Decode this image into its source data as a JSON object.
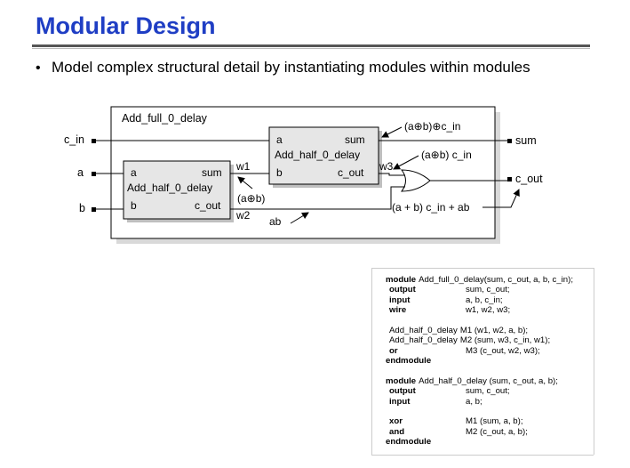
{
  "slide": {
    "title": "Modular Design",
    "bullet": "Model complex structural detail by instantiating modules within modules"
  },
  "diagram": {
    "outer_label": "Add_full_0_delay",
    "ports_in": [
      "c_in",
      "a",
      "b"
    ],
    "ports_out": [
      "sum",
      "c_out"
    ],
    "half_top": {
      "a": "a",
      "sum": "sum",
      "name": "Add_half_0_delay",
      "b": "b",
      "c_out": "c_out"
    },
    "half_bottom": {
      "a": "a",
      "sum": "sum",
      "name": "Add_half_0_delay",
      "b": "b",
      "c_out": "c_out"
    },
    "wires": {
      "w1": "w1",
      "w2": "w2",
      "w3": "w3"
    },
    "annotations": {
      "sum_expr": "(a⊕b)⊕c_in",
      "w3_expr": "(a⊕b) c_in",
      "w1_expr": "(a⊕b)",
      "ab": "ab",
      "cout_expr": "(a + b) c_in + ab"
    }
  },
  "code": [
    {
      "kw": "module",
      "arg": "Add_full_0_delay(sum, c_out, a, b, c_in);",
      "flush": true,
      "inline": true
    },
    {
      "kw": "output",
      "arg": "sum, c_out;"
    },
    {
      "kw": "input",
      "arg": "a, b, c_in;"
    },
    {
      "kw": "wire",
      "arg": "w1, w2, w3;"
    },
    {
      "gap": true
    },
    {
      "kw": "Add_half_0_delay",
      "arg": "M1 (w1, w2, a, b);",
      "plain": true
    },
    {
      "kw": "Add_half_0_delay",
      "arg": "M2 (sum, w3, c_in, w1);",
      "plain": true
    },
    {
      "kw": "or",
      "arg": "M3 (c_out, w2, w3);"
    },
    {
      "kw": "endmodule",
      "arg": "",
      "flush": true
    },
    {
      "gap": true
    },
    {
      "kw": "module",
      "arg": "Add_half_0_delay (sum, c_out, a, b);",
      "flush": true,
      "inline": true
    },
    {
      "kw": "output",
      "arg": "sum, c_out;"
    },
    {
      "kw": "input",
      "arg": "a, b;"
    },
    {
      "gap": true
    },
    {
      "kw": "xor",
      "arg": "M1 (sum, a, b);"
    },
    {
      "kw": "and",
      "arg": "M2 (c_out, a, b);"
    },
    {
      "kw": "endmodule",
      "arg": "",
      "flush": true
    }
  ]
}
